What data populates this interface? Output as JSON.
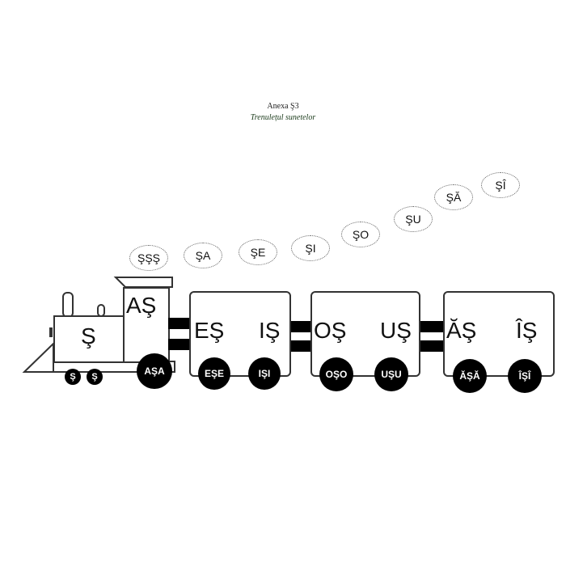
{
  "header": {
    "title": "Anexa Ş3",
    "subtitle": "Trenulețul sunetelor"
  },
  "clouds": [
    "ŞŞŞ",
    "ŞA",
    "ŞE",
    "ŞI",
    "ŞO",
    "ŞU",
    "ŞĂ",
    "ŞÎ"
  ],
  "locomotive": {
    "body_letter": "Ş",
    "cab_letter": "AŞ",
    "small_wheels": [
      "Ş",
      "Ş"
    ],
    "big_wheel": "AŞA"
  },
  "cars": [
    {
      "left": "EŞ",
      "right": "IŞ",
      "wheels": [
        "EŞE",
        "IŞI"
      ]
    },
    {
      "left": "OŞ",
      "right": "UŞ",
      "wheels": [
        "OŞO",
        "UŞU"
      ]
    },
    {
      "left": "ĂŞ",
      "right": "ÎŞ",
      "wheels": [
        "ĂŞĂ",
        "ÎŞÎ"
      ]
    }
  ]
}
